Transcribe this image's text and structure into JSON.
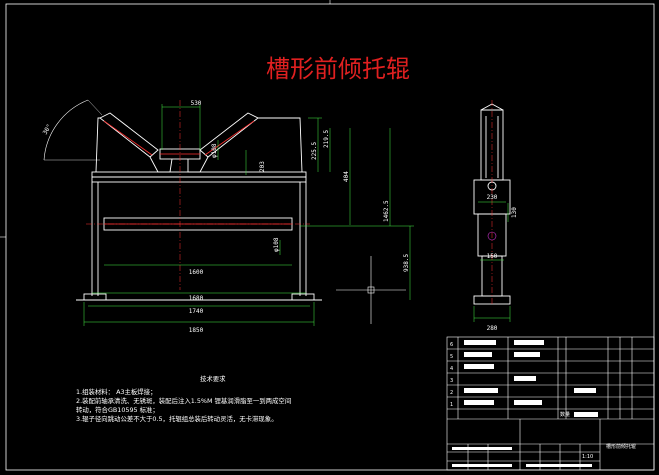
{
  "title": "槽形前倾托辊",
  "angle_label": "30°",
  "dims_left": {
    "top_width": "530",
    "d_roller": "φ108",
    "h1": "219.5",
    "h2": "203",
    "h3": "225.5",
    "h4": "404",
    "h5": "1462.5",
    "h6": "938.5",
    "w1": "1600",
    "w2": "1680",
    "w3": "1740",
    "w4": "1850",
    "d_bottom": "φ108"
  },
  "dims_right": {
    "d1": "230",
    "d2": "130",
    "d3": "150",
    "d4": "280"
  },
  "notes": {
    "heading": "技术要求",
    "lines": [
      "1.组装材料： A3主板焊接；",
      "2.装配前轴承清洗、无锈斑，装配后注入1.5%M 锂基润滑脂至一到两成空间",
      "转动，符合GB10595 标准；",
      "3.辊子径向跳动公差不大于0.5，托辊组总装后转动灵活，无卡滞现象。"
    ]
  },
  "table": {
    "rows_left": [
      "6",
      "5",
      "4",
      "3",
      "2",
      "1"
    ],
    "side_label": "数量",
    "title_cell": "槽形前倾托辊",
    "scale": "1:10"
  }
}
